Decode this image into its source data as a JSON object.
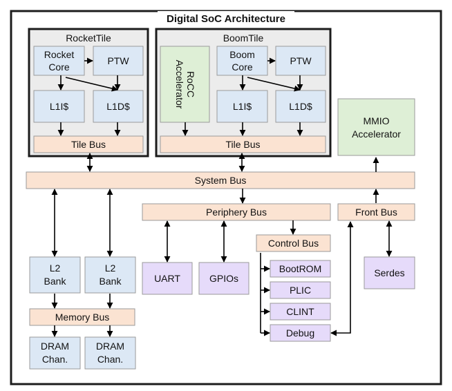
{
  "title": "Digital SoC Architecture",
  "rocket_tile": {
    "label": "RocketTile",
    "core_line1": "Rocket",
    "core_line2": "Core",
    "ptw": "PTW",
    "l1i": "L1I$",
    "l1d": "L1D$",
    "tile_bus": "Tile Bus"
  },
  "boom_tile": {
    "label": "BoomTile",
    "rocc_line1": "RoCC",
    "rocc_line2": "Accelerator",
    "core_line1": "Boom",
    "core_line2": "Core",
    "ptw": "PTW",
    "l1i": "L1I$",
    "l1d": "L1D$",
    "tile_bus": "Tile Bus"
  },
  "mmio": {
    "line1": "MMIO",
    "line2": "Accelerator"
  },
  "system_bus": "System Bus",
  "periphery_bus": "Periphery Bus",
  "front_bus": "Front Bus",
  "control_bus": "Control Bus",
  "l2_bank_1": {
    "line1": "L2",
    "line2": "Bank"
  },
  "l2_bank_2": {
    "line1": "L2",
    "line2": "Bank"
  },
  "memory_bus": "Memory Bus",
  "dram_1": {
    "line1": "DRAM",
    "line2": "Chan."
  },
  "dram_2": {
    "line1": "DRAM",
    "line2": "Chan."
  },
  "uart": "UART",
  "gpios": "GPIOs",
  "serdes": "Serdes",
  "bootrom": "BootROM",
  "plic": "PLIC",
  "clint": "CLINT",
  "debug": "Debug",
  "colors": {
    "core_fill": "#dce8f5",
    "bus_fill": "#fbe3d2",
    "accelerator_fill": "#deefd6",
    "peripheral_fill": "#e6dbfa",
    "tile_fill": "#ececec"
  }
}
